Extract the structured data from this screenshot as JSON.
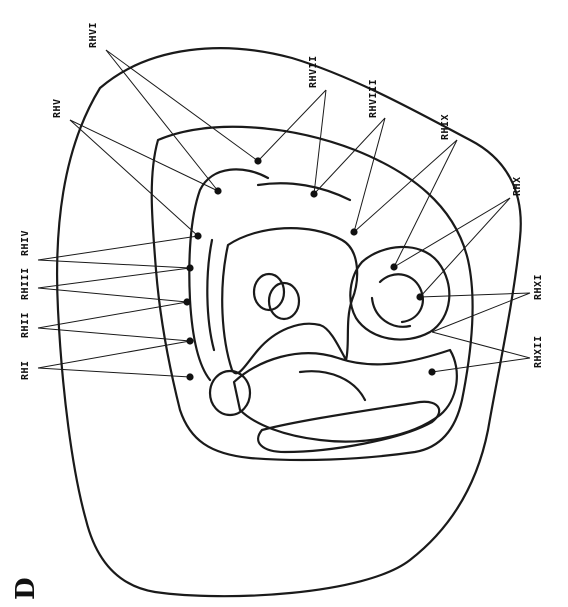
{
  "panel_letter": "D",
  "regions": [
    {
      "id": "RHI",
      "label": "RHI"
    },
    {
      "id": "RHII",
      "label": "RHII"
    },
    {
      "id": "RHIII",
      "label": "RHIII"
    },
    {
      "id": "RHIV",
      "label": "RHIV"
    },
    {
      "id": "RHV",
      "label": "RHV"
    },
    {
      "id": "RHVI",
      "label": "RHVI"
    },
    {
      "id": "RHVII",
      "label": "RHVII"
    },
    {
      "id": "RHVIII",
      "label": "RHVIII"
    },
    {
      "id": "RHIX",
      "label": "RHIX"
    },
    {
      "id": "RHX",
      "label": "RHX"
    },
    {
      "id": "RHXI",
      "label": "RHXI"
    },
    {
      "id": "RHXII",
      "label": "RHXII"
    }
  ]
}
